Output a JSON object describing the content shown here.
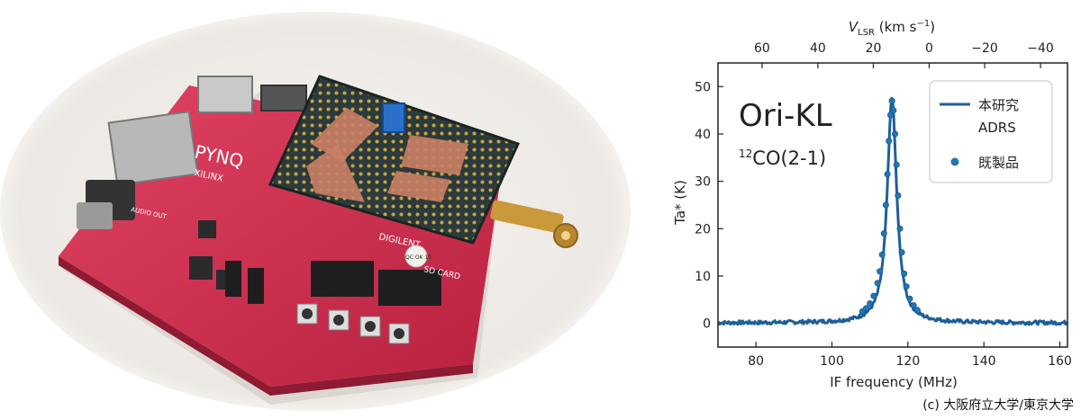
{
  "photo": {
    "board_text": "PYNQ",
    "board_brand": "XILINX",
    "shield_brand": "DIGILENT",
    "sd_label": "SD CARD",
    "audio_label": "AUDIO OUT",
    "sticker": "QC OK 19"
  },
  "chart_data": {
    "type": "line",
    "top_axis_label_main": "V",
    "top_axis_label_sub": "LSR",
    "top_axis_label_unit": " (km s",
    "top_axis_label_exp": "−1",
    "top_axis_label_close": ")",
    "top_ticks": [
      "60",
      "40",
      "20",
      "0",
      "−20",
      "−40"
    ],
    "top_tick_positions_mhz": [
      81.6,
      96.3,
      110.9,
      125.6,
      140.2,
      154.9
    ],
    "xlabel": "IF frequency (MHz)",
    "ylabel": "Ta* (K)",
    "xlim": [
      70,
      162
    ],
    "ylim": [
      -5,
      55
    ],
    "xticks": [
      80,
      100,
      120,
      140,
      160
    ],
    "yticks": [
      0,
      10,
      20,
      30,
      40,
      50
    ],
    "source_name": "Ori-KL",
    "line_iso": "12",
    "line_name": "CO(2-1)",
    "series": [
      {
        "name": "本研究",
        "name2": "ADRS",
        "style": "line",
        "color": "#1f5f99",
        "peak_x": 115.8,
        "peak_y": 47.5,
        "width": 1.5,
        "baseline": 0.1,
        "noise": 0.4
      },
      {
        "name": "既製品",
        "style": "markers",
        "color": "#1f77b4",
        "x": [
          108.0,
          109.0,
          110.0,
          111.0,
          112.0,
          112.6,
          113.2,
          113.7,
          114.2,
          114.6,
          115.0,
          115.4,
          115.8,
          116.2,
          116.6,
          117.0,
          117.4,
          117.9,
          118.4,
          119.0,
          119.6,
          120.5,
          121.5,
          122.5
        ],
        "y": [
          2.5,
          3.2,
          4.2,
          5.8,
          8.5,
          11.0,
          14.5,
          19.0,
          25.0,
          31.5,
          38.5,
          44.0,
          47.0,
          45.0,
          40.0,
          33.5,
          27.0,
          20.0,
          15.0,
          10.5,
          7.8,
          5.2,
          3.8,
          2.8
        ]
      }
    ]
  },
  "credit": "(c) 大阪府立大学/東京大学"
}
